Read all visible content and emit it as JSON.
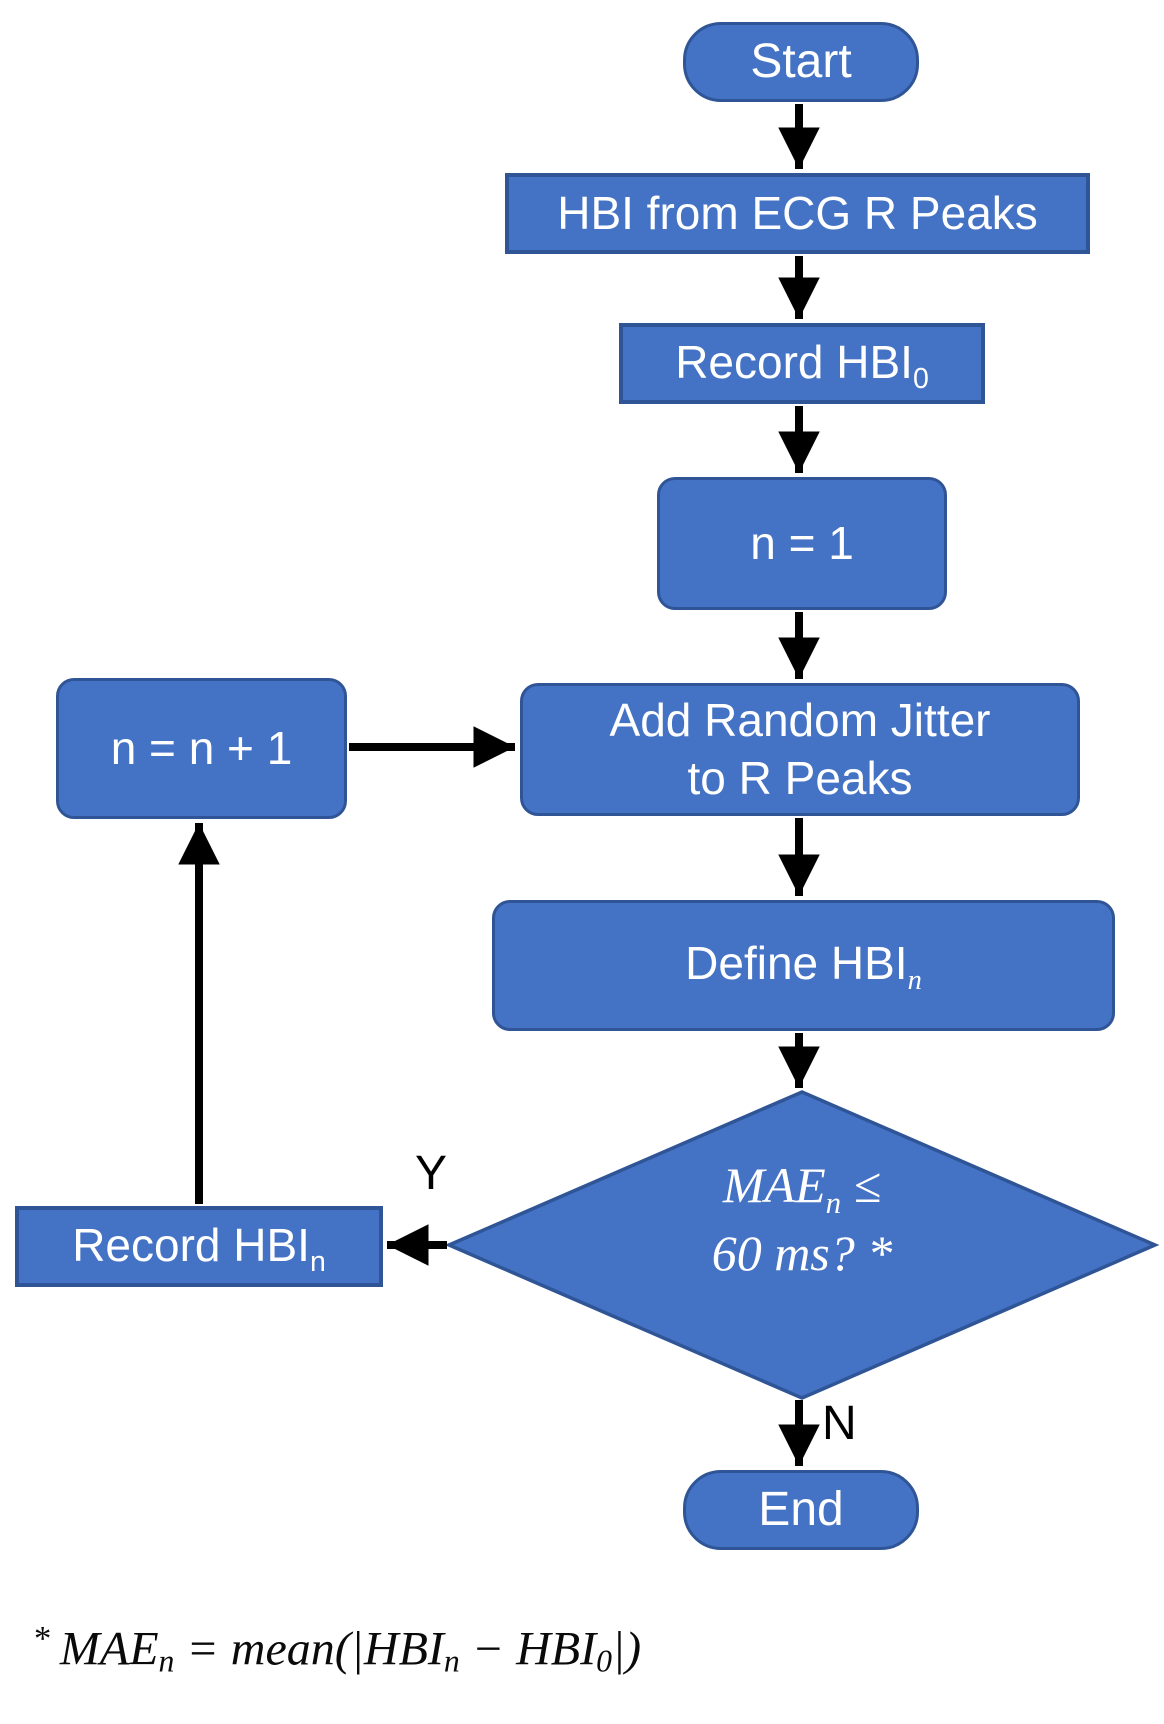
{
  "colors": {
    "node_fill": "#4472C4",
    "node_border": "#2F5597",
    "node_text": "#FFFFFF",
    "arrow": "#000000",
    "label_text": "#000000",
    "background": "#FFFFFF"
  },
  "nodes": {
    "start": {
      "label": "Start"
    },
    "hbi_from_ecg": {
      "label": "HBI from ECG R Peaks"
    },
    "record_hbi0": {
      "label": "Record HBI",
      "subscript": "0"
    },
    "n_equals_1": {
      "label": "n = 1"
    },
    "add_jitter": {
      "line1": "Add Random Jitter",
      "line2": "to R Peaks"
    },
    "define_hbin": {
      "label": "Define HBI",
      "subscript": "n"
    },
    "decision": {
      "line1": "MAE",
      "line1_sub": "n",
      "line1_tail": " ≤",
      "line2": "60 ms? *"
    },
    "record_hbin": {
      "label": "Record HBI",
      "subscript": "n"
    },
    "n_plus_1": {
      "label": "n = n + 1"
    },
    "end": {
      "label": "End"
    }
  },
  "edge_labels": {
    "yes": "Y",
    "no": "N"
  },
  "footnote": {
    "star": "* ",
    "t1": "MAE",
    "s1": "n",
    "t2": " = mean(|HBI",
    "s2": "n",
    "t3": " − HBI",
    "s3": "0",
    "t4": "|)"
  }
}
